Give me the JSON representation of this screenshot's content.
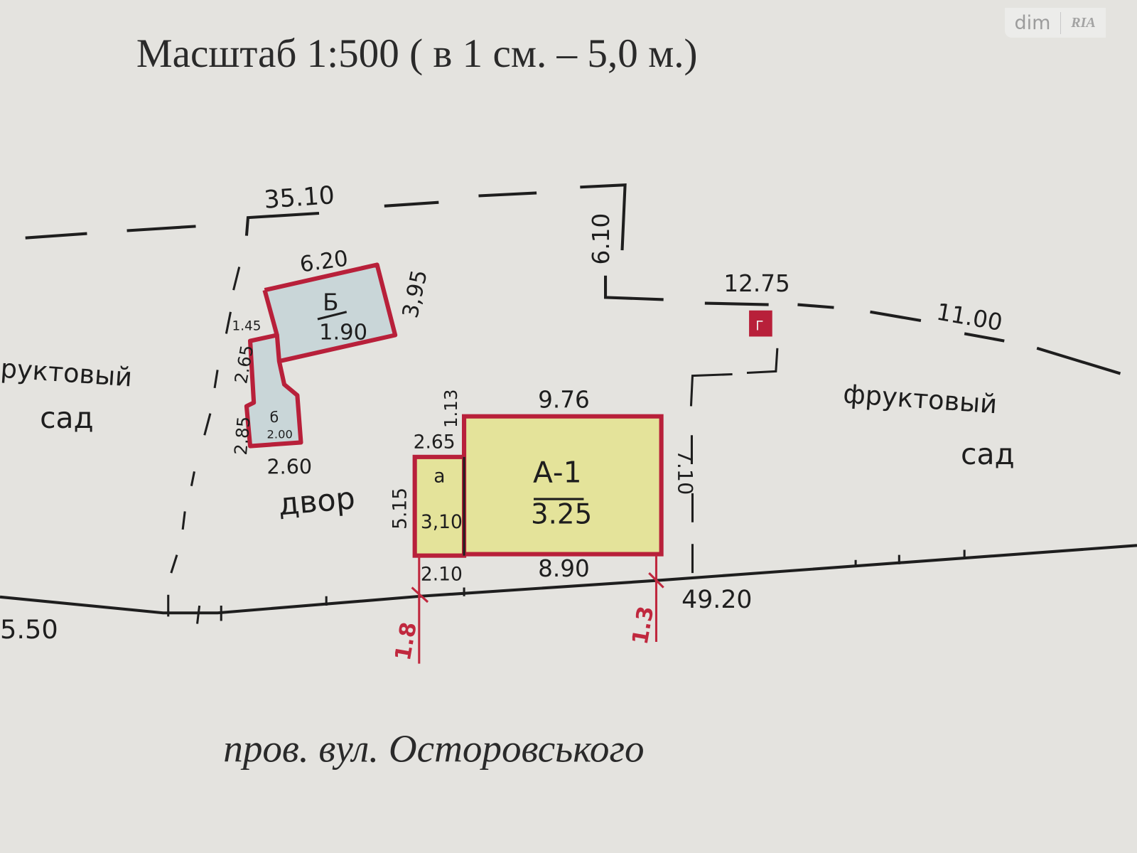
{
  "title": "Масштаб 1:500 ( в 1 см. – 5,0 м.)",
  "street": "пров. вул. Осторовського",
  "watermark": {
    "left": "dim",
    "right": "RIA"
  },
  "colors": {
    "outline": "#b8203a",
    "building_a": "#e4e39a",
    "building_b": "#c9d6d8",
    "paper": "#e4e3df"
  },
  "boundary": {
    "top": "35.10",
    "corner": "6.10",
    "mid": "12.75",
    "right": "11.00",
    "front_right": "49.20",
    "front_left": "5.50"
  },
  "building_b": {
    "label": "Б",
    "value": "1.90",
    "width": "6.20",
    "depth": "3,95",
    "side1": "2.65",
    "side2": "2.85",
    "side3": "2.60",
    "small_label": "б",
    "small_value": "2.00",
    "small_dim": "1.45"
  },
  "building_a": {
    "label": "А-1",
    "value": "3.25",
    "top": "9.76",
    "bottom": "8.90",
    "right": "7.10"
  },
  "annex_a": {
    "label": "а",
    "value": "3,10",
    "top": "2.65",
    "corner": "1.13",
    "left": "5.15",
    "bottom": "2.10"
  },
  "shed": {
    "label": "Г"
  },
  "offsets": {
    "left": "1.8",
    "right": "1.3"
  },
  "areas": {
    "garden_left_1": "руктовый",
    "garden_left_2": "сад",
    "yard": "двор",
    "garden_right_1": "фруктовый",
    "garden_right_2": "сад"
  }
}
